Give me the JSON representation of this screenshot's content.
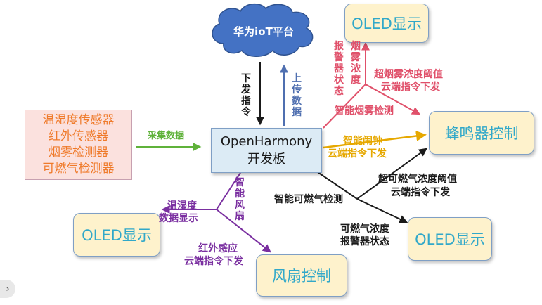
{
  "cloud": {
    "title": "华为ioT平台"
  },
  "board": {
    "line1": "OpenHarmony",
    "line2": "开发板"
  },
  "sensors": {
    "items": [
      "温湿度传感器",
      "红外传感器",
      "烟雾检测器",
      "可燃气检测器"
    ]
  },
  "boxes": {
    "oled_top": "OLED显示",
    "buzzer": "蜂鸣器控制",
    "oled_left": "OLED显示",
    "oled_right": "OLED显示",
    "fan": "风扇控制"
  },
  "labels": {
    "collect": "采集数据",
    "down_cmd": "下发指令",
    "upload": "上传数据",
    "alarm_status": "报警器状态",
    "smoke_conc": "烟雾浓度",
    "smoke_threshold_1": "超烟雾浓度阈值",
    "smoke_threshold_2": "云端指令下发",
    "smart_smoke": "智能烟雾检测",
    "smart_alarm_1": "智能闹钟",
    "smart_alarm_2": "云端指令下发",
    "gas_threshold_1": "超可燃气浓度阈值",
    "gas_threshold_2": "云端指令下发",
    "smart_gas": "智能可燃气检测",
    "gas_status_1": "可燃气浓度",
    "gas_status_2": "报警器状态",
    "smart_fan": "智能风扇",
    "temp_1": "温湿度",
    "temp_2": "数据显示",
    "ir_1": "红外感应",
    "ir_2": "云端指令下发"
  },
  "colors": {
    "black": "#1a1a1a",
    "blue": "#4f6fb0",
    "red": "#e0506a",
    "orange": "#e6a800",
    "green": "#5fb23a",
    "purple": "#7a2fa0",
    "cloud": "#4472c4",
    "board_fill": "#dcebf5"
  },
  "nav": {
    "icon": "chevron-right-icon",
    "glyph": "›"
  }
}
